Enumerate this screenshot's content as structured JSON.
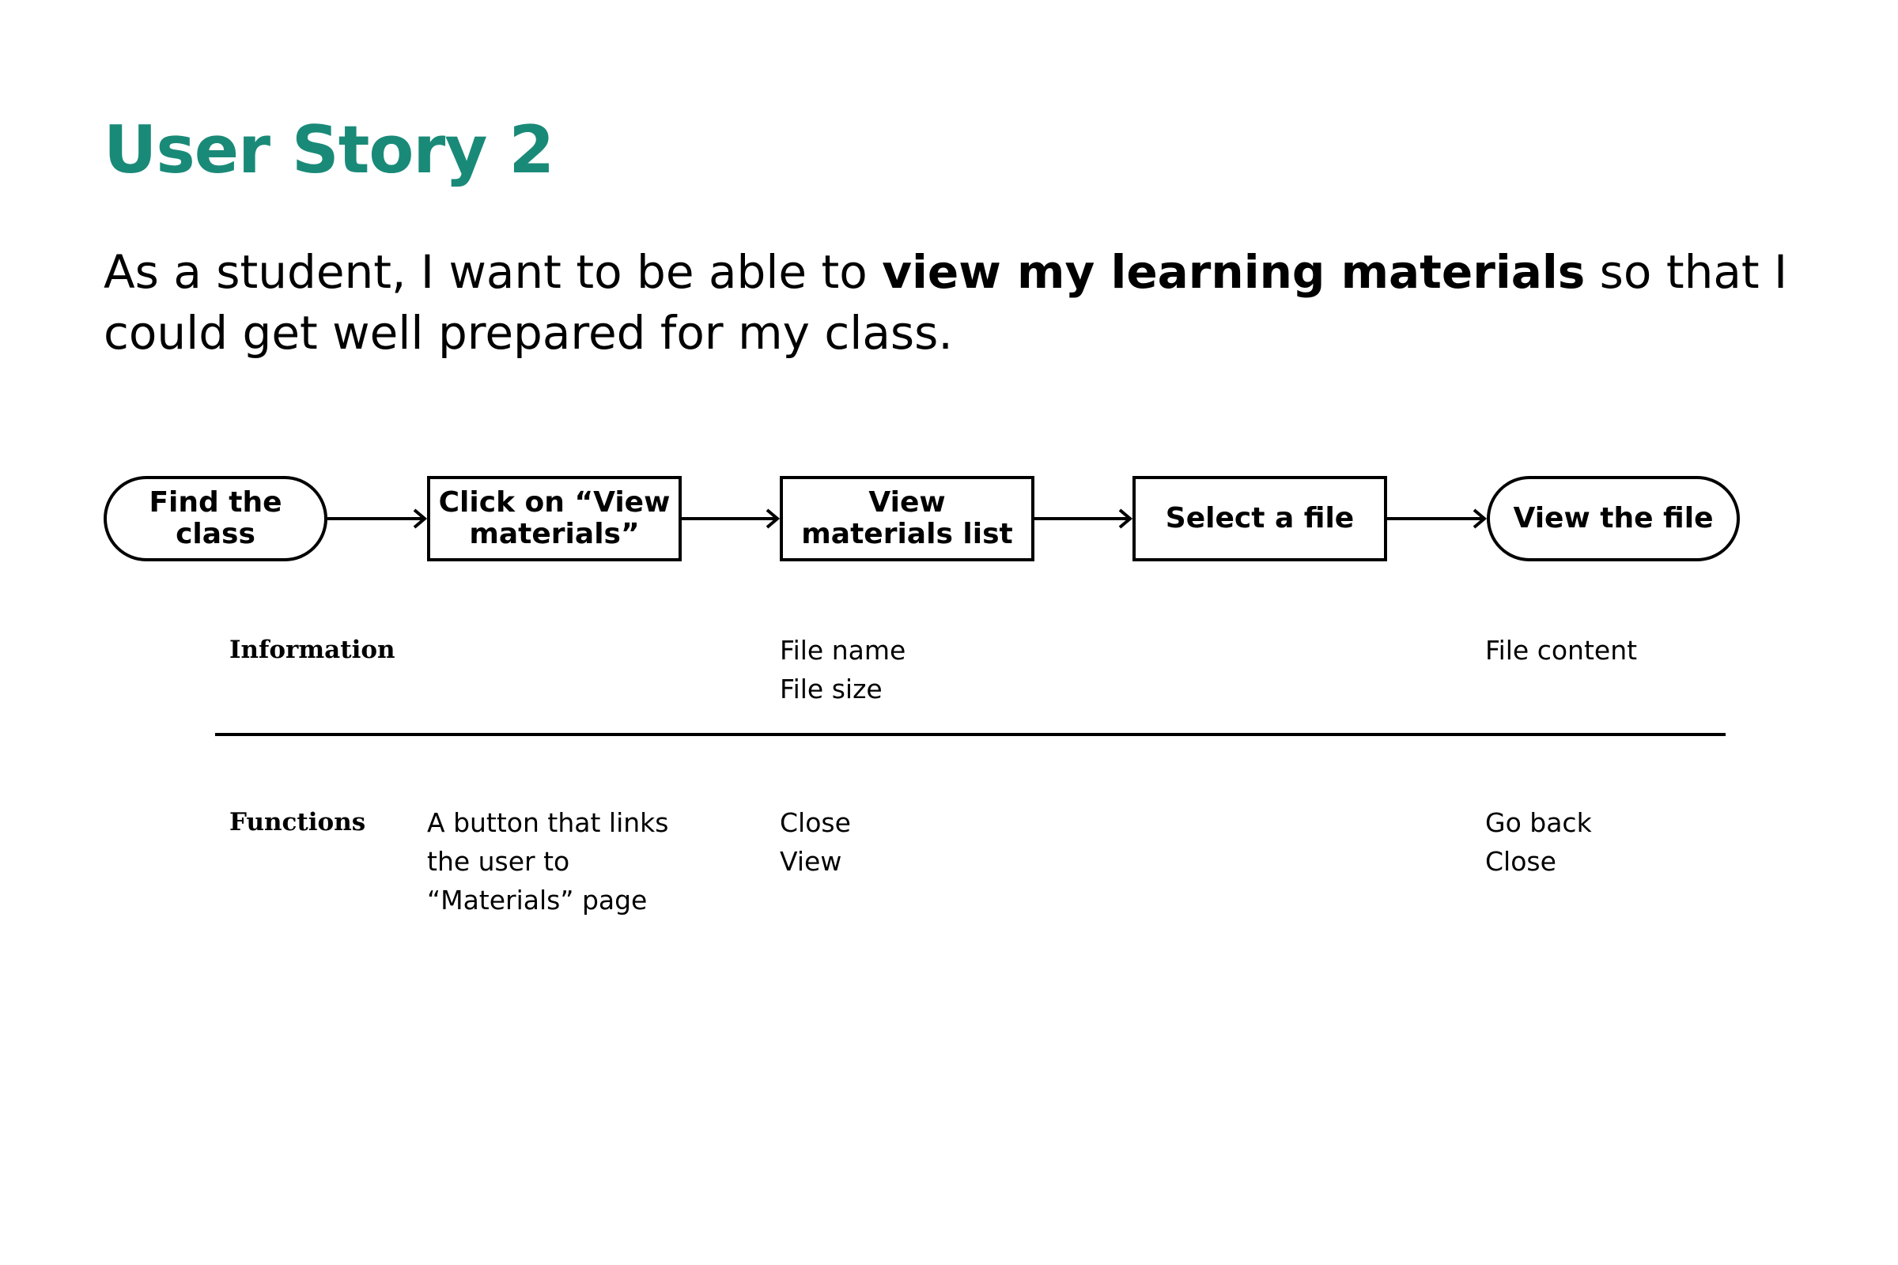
{
  "colors": {
    "title": "#1a8a78",
    "text": "#000000",
    "stroke": "#000000"
  },
  "title": "User Story 2",
  "story": {
    "before": "As a student, I want to be able to ",
    "emphasis": "view my learning materials",
    "after": " so that I could get well prepared for my class."
  },
  "flow": {
    "steps": [
      {
        "label": "Find the class",
        "shape": "pill"
      },
      {
        "label": "Click on “View\nmaterials”",
        "shape": "rect"
      },
      {
        "label": "View\nmaterials list",
        "shape": "rect"
      },
      {
        "label": "Select a file",
        "shape": "rect"
      },
      {
        "label": "View the file",
        "shape": "pill"
      }
    ]
  },
  "grid": {
    "information": {
      "label": "Information",
      "view_materials_list": [
        "File name",
        "File size"
      ],
      "view_the_file": [
        "File content"
      ]
    },
    "functions": {
      "label": "Functions",
      "click_view_materials": [
        "A button that links",
        "the user to",
        "“Materials” page"
      ],
      "view_materials_list": [
        "Close",
        "View"
      ],
      "view_the_file": [
        "Go back",
        "Close"
      ]
    }
  }
}
